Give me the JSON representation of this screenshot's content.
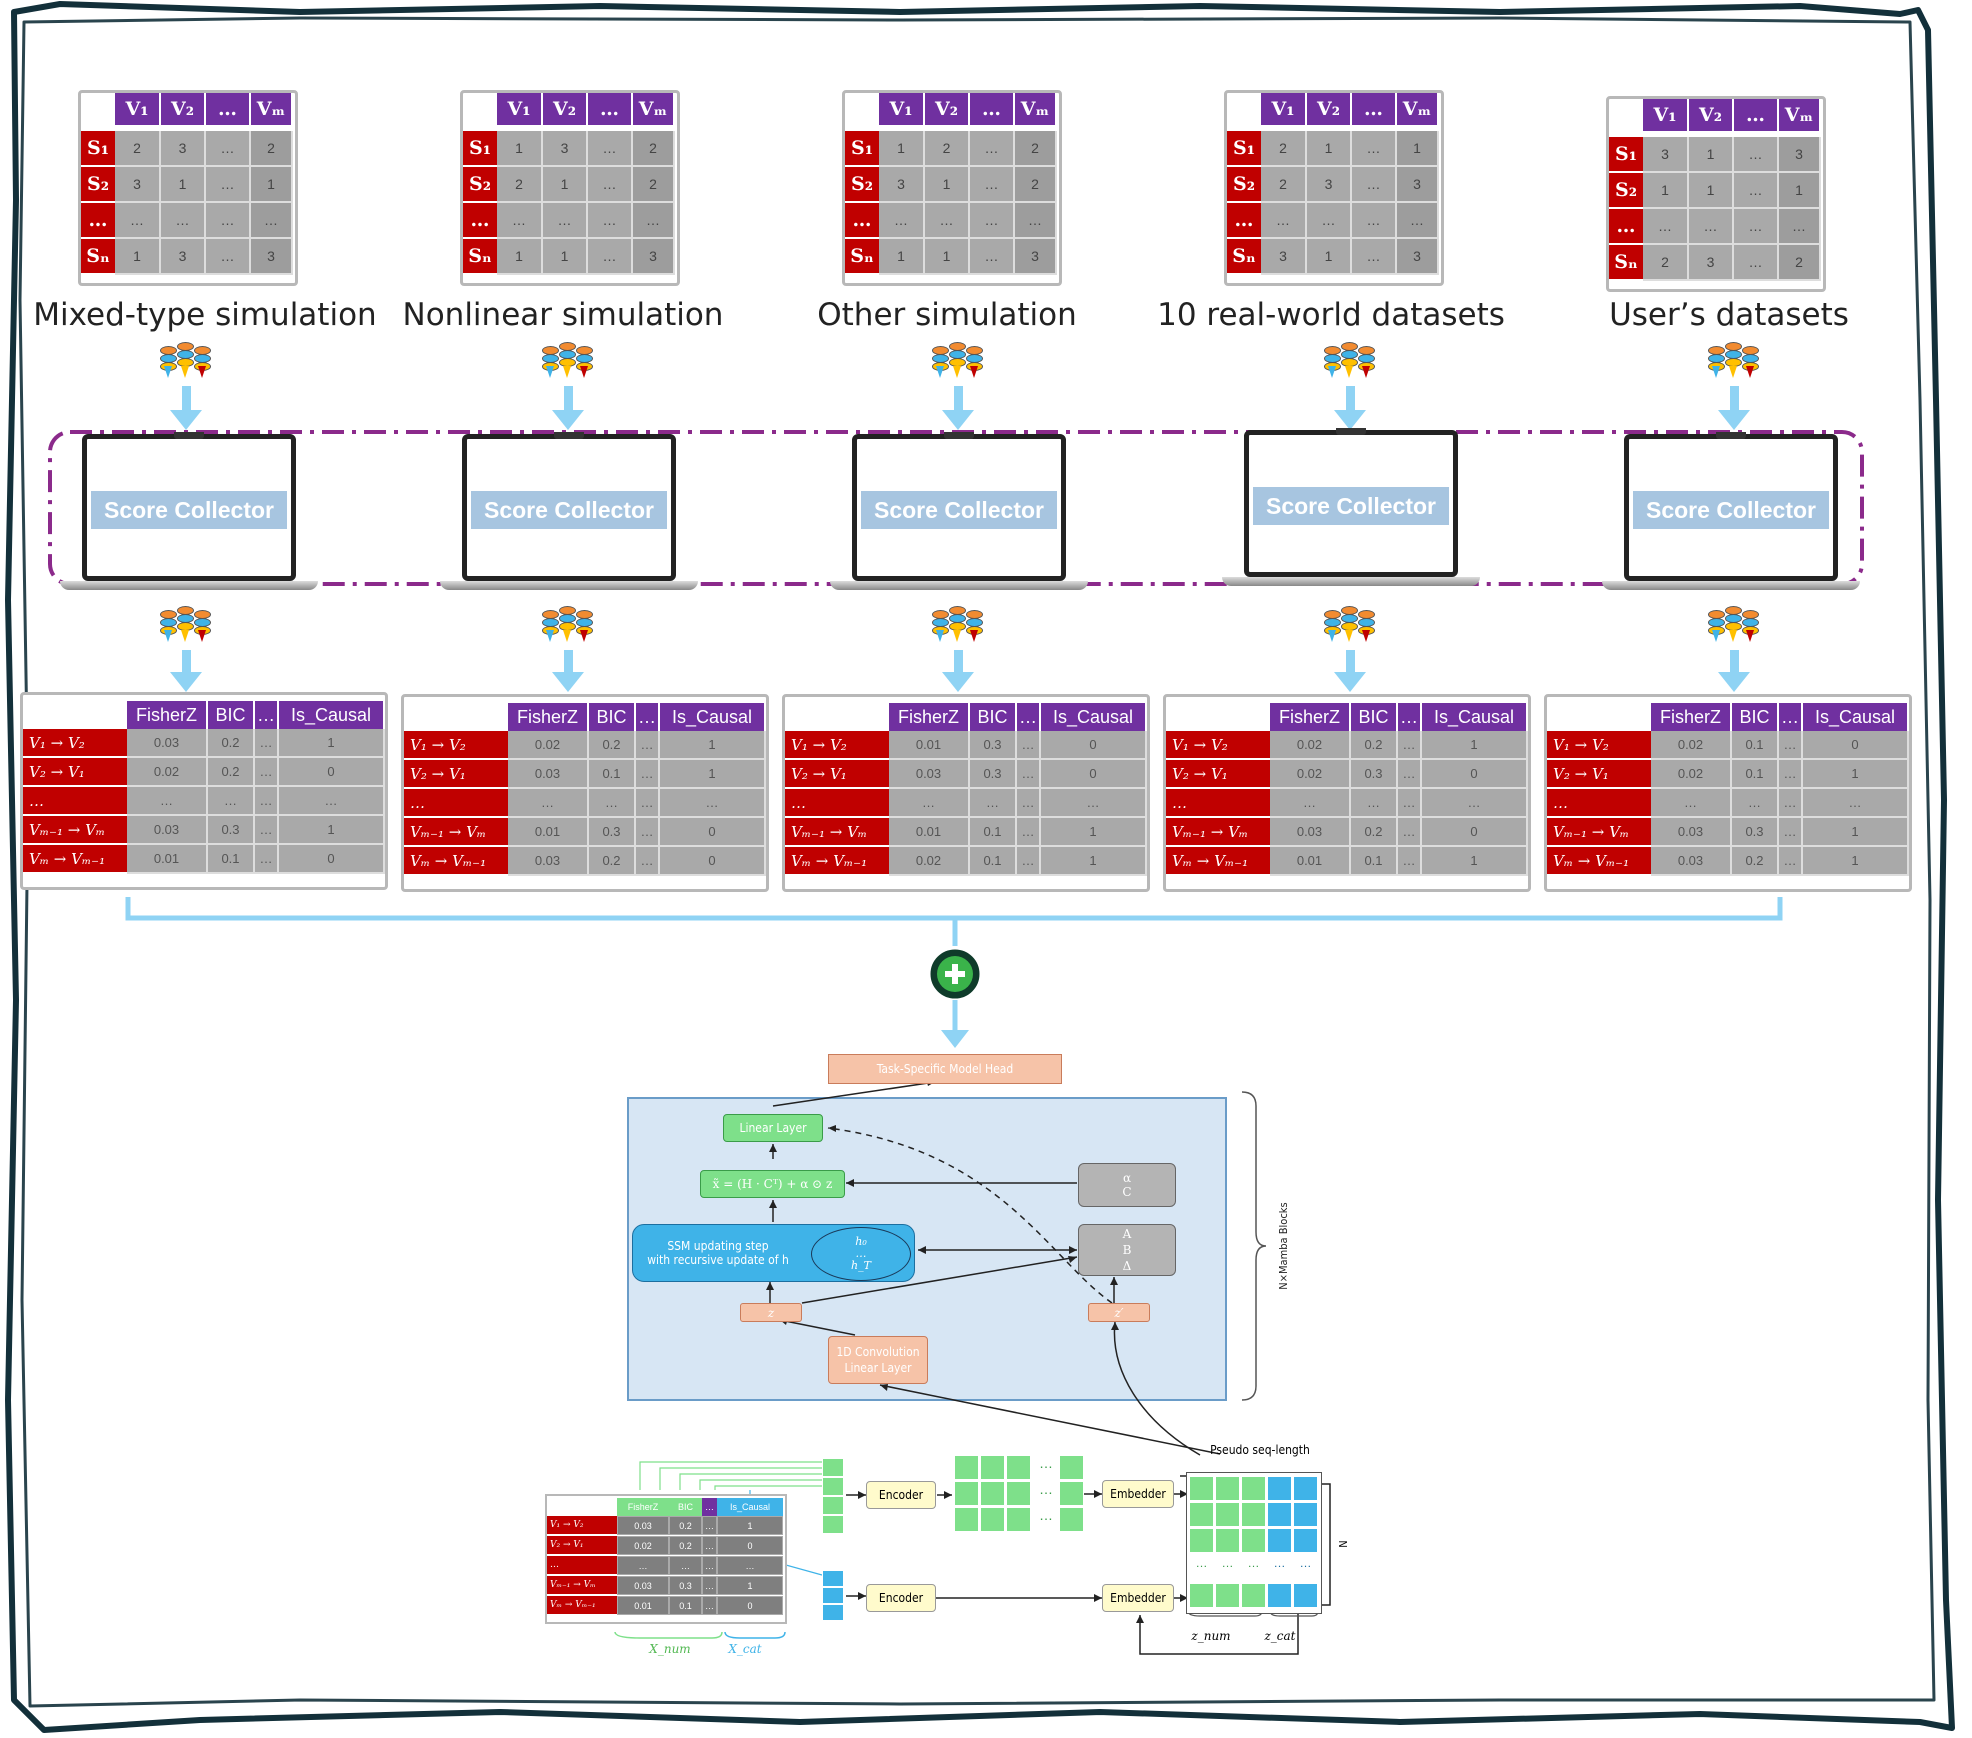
{
  "top_tables": [
    {
      "label": "Mixed-type simulation",
      "rows": [
        [
          "2",
          "3",
          "…",
          "2"
        ],
        [
          "3",
          "1",
          "…",
          "1"
        ],
        [
          "…",
          "…",
          "…",
          "…"
        ],
        [
          "1",
          "3",
          "…",
          "3"
        ]
      ]
    },
    {
      "label": "Nonlinear simulation",
      "rows": [
        [
          "1",
          "3",
          "…",
          "2"
        ],
        [
          "2",
          "1",
          "…",
          "2"
        ],
        [
          "…",
          "…",
          "…",
          "…"
        ],
        [
          "1",
          "1",
          "…",
          "3"
        ]
      ]
    },
    {
      "label": "Other simulation",
      "rows": [
        [
          "1",
          "2",
          "…",
          "2"
        ],
        [
          "3",
          "1",
          "…",
          "2"
        ],
        [
          "…",
          "…",
          "…",
          "…"
        ],
        [
          "1",
          "1",
          "…",
          "3"
        ]
      ]
    },
    {
      "label": "10 real-world datasets",
      "rows": [
        [
          "2",
          "1",
          "…",
          "1"
        ],
        [
          "2",
          "3",
          "…",
          "3"
        ],
        [
          "…",
          "…",
          "…",
          "…"
        ],
        [
          "3",
          "1",
          "…",
          "3"
        ]
      ]
    },
    {
      "label": "User’s datasets",
      "rows": [
        [
          "3",
          "1",
          "…",
          "3"
        ],
        [
          "1",
          "1",
          "…",
          "1"
        ],
        [
          "…",
          "…",
          "…",
          "…"
        ],
        [
          "2",
          "3",
          "…",
          "2"
        ]
      ]
    }
  ],
  "var_headers": [
    "V₁",
    "V₂",
    "…",
    "Vₘ"
  ],
  "sample_headers": [
    "S₁",
    "S₂",
    "…",
    "Sₙ"
  ],
  "collector_label": "Score Collector",
  "score_headers": [
    "FisherZ",
    "BIC",
    "…",
    "Is_Causal"
  ],
  "edge_labels": [
    "V₁ → V₂",
    "V₂ → V₁",
    "…",
    "Vₘ₋₁ → Vₘ",
    "Vₘ → Vₘ₋₁"
  ],
  "score_tables": [
    {
      "rows": [
        [
          "0.03",
          "0.2",
          "…",
          "1"
        ],
        [
          "0.02",
          "0.2",
          "…",
          "0"
        ],
        [
          "…",
          "…",
          "…",
          "…"
        ],
        [
          "0.03",
          "0.3",
          "…",
          "1"
        ],
        [
          "0.01",
          "0.1",
          "…",
          "0"
        ]
      ]
    },
    {
      "rows": [
        [
          "0.02",
          "0.2",
          "…",
          "1"
        ],
        [
          "0.03",
          "0.1",
          "…",
          "1"
        ],
        [
          "…",
          "…",
          "…",
          "…"
        ],
        [
          "0.01",
          "0.3",
          "…",
          "0"
        ],
        [
          "0.03",
          "0.2",
          "…",
          "0"
        ]
      ]
    },
    {
      "rows": [
        [
          "0.01",
          "0.3",
          "…",
          "0"
        ],
        [
          "0.03",
          "0.3",
          "…",
          "0"
        ],
        [
          "…",
          "…",
          "…",
          "…"
        ],
        [
          "0.01",
          "0.1",
          "…",
          "1"
        ],
        [
          "0.02",
          "0.1",
          "…",
          "1"
        ]
      ]
    },
    {
      "rows": [
        [
          "0.02",
          "0.2",
          "…",
          "1"
        ],
        [
          "0.02",
          "0.3",
          "…",
          "0"
        ],
        [
          "…",
          "…",
          "…",
          "…"
        ],
        [
          "0.03",
          "0.2",
          "…",
          "0"
        ],
        [
          "0.01",
          "0.1",
          "…",
          "1"
        ]
      ]
    },
    {
      "rows": [
        [
          "0.02",
          "0.1",
          "…",
          "0"
        ],
        [
          "0.02",
          "0.1",
          "…",
          "1"
        ],
        [
          "…",
          "…",
          "…",
          "…"
        ],
        [
          "0.03",
          "0.3",
          "…",
          "1"
        ],
        [
          "0.03",
          "0.2",
          "…",
          "1"
        ]
      ]
    }
  ],
  "model": {
    "head": "Task-Specific Model Head",
    "linear": "Linear Layer",
    "eq": "x̃ = (H · Cᵀ) + α ⊙ z",
    "alpha_c": [
      "α",
      "C"
    ],
    "ssm_line1": "SSM updating step",
    "ssm_line2": "with recursive update of h",
    "h_items": [
      "h₀",
      "…",
      "h_T"
    ],
    "abd": [
      "A",
      "B",
      "Δ"
    ],
    "z": "z",
    "zprime": "z′",
    "conv_line1": "1D Convolution",
    "conv_line2": "Linear Layer",
    "blocks": "N×Mamba Blocks",
    "encoder": "Encoder",
    "embedder": "Embedder",
    "pseudo": "Pseudo seq-length",
    "n": "N",
    "z_num": "z_num",
    "z_cat": "z_cat",
    "x_num": "X_num",
    "x_cat": "X_cat",
    "dots": "…"
  },
  "mini_table": {
    "headers": [
      "FisherZ",
      "BIC",
      "…",
      "Is_Causal"
    ],
    "rows": [
      [
        "0.03",
        "0.2",
        "…",
        "1"
      ],
      [
        "0.02",
        "0.2",
        "…",
        "0"
      ],
      [
        "…",
        "…",
        "…",
        "…"
      ],
      [
        "0.03",
        "0.3",
        "…",
        "1"
      ],
      [
        "0.01",
        "0.1",
        "…",
        "0"
      ]
    ]
  },
  "colors": {
    "purple": "#7030a0",
    "red": "#c00000",
    "blue": "#8fd3f4",
    "green": "#7ee08a",
    "cyan": "#3fb3e8",
    "peach": "#f6c3a8",
    "frame": "#13303a"
  }
}
